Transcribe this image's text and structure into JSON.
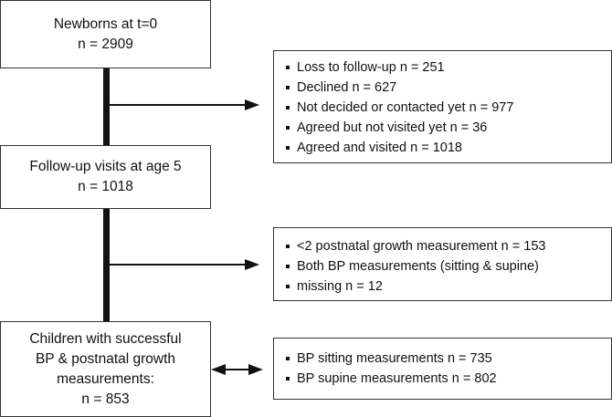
{
  "flowchart": {
    "start_box": {
      "line1": "Newborns at t=0",
      "line2": "n = 2909"
    },
    "followup_box": {
      "line1": "Follow-up visits at age 5",
      "line2": "n =  1018"
    },
    "final_box": {
      "line1": "Children with successful",
      "line2": "BP & postnatal growth",
      "line3": "measurements:",
      "line4": "n =  853"
    },
    "status_box": {
      "items": [
        "Loss to follow-up n = 251",
        "Declined n = 627",
        "Not decided or contacted yet n = 977",
        "Agreed but not visited yet n = 36",
        "Agreed and visited n = 1018"
      ]
    },
    "exclusion_box": {
      "items": [
        "<2 postnatal growth measurement n = 153",
        "Both BP measurements (sitting & supine)",
        "missing n = 12"
      ]
    },
    "bp_box": {
      "items": [
        "BP sitting measurements n = 735",
        "BP supine measurements n = 802"
      ]
    }
  }
}
